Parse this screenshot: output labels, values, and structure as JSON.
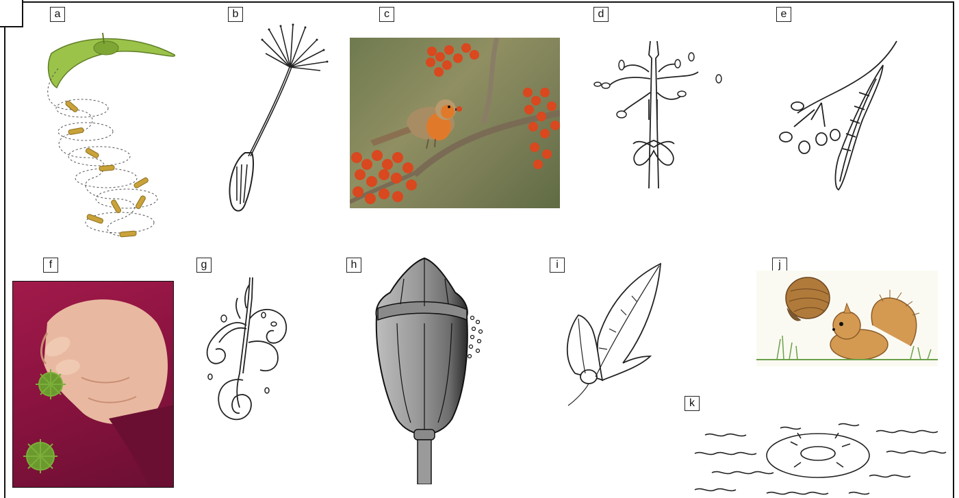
{
  "figure": {
    "panels": [
      {
        "id": "a",
        "label": "a",
        "icon": "winged-seed-icon"
      },
      {
        "id": "b",
        "label": "b",
        "icon": "pappus-seed-icon"
      },
      {
        "id": "c",
        "label": "c",
        "icon": "bird-berries-icon"
      },
      {
        "id": "d",
        "label": "d",
        "icon": "censer-capsule-icon"
      },
      {
        "id": "e",
        "label": "e",
        "icon": "bract-fruit-icon"
      },
      {
        "id": "f",
        "label": "f",
        "icon": "burr-on-clothing-icon"
      },
      {
        "id": "g",
        "label": "g",
        "icon": "coiling-pods-icon"
      },
      {
        "id": "h",
        "label": "h",
        "icon": "poppy-capsule-icon"
      },
      {
        "id": "i",
        "label": "i",
        "icon": "leaf-wing-icon"
      },
      {
        "id": "j",
        "label": "j",
        "icon": "squirrel-nut-icon"
      },
      {
        "id": "k",
        "label": "k",
        "icon": "floating-seed-icon"
      }
    ]
  },
  "colors": {
    "frame": "#111111",
    "ink": "#222222",
    "samara_green": "#9bc34a",
    "berry": "#d9481e",
    "robin_breast": "#e07a2a",
    "cloth_magenta": "#8c1340",
    "burr_green": "#7cae3a",
    "nut_brown": "#b07a3a",
    "squirrel": "#d49a52"
  }
}
